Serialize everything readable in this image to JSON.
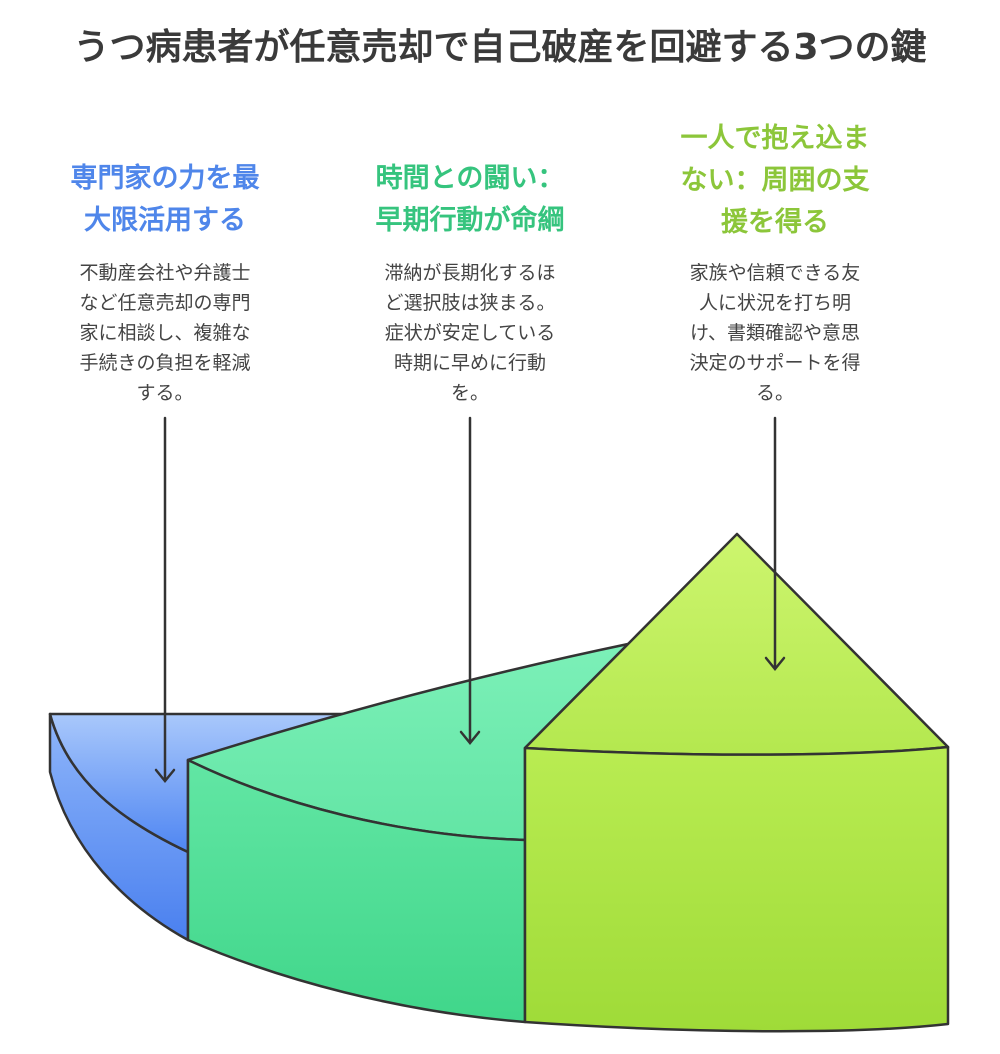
{
  "title": "うつ病患者が任意売却で自己破産を回避する3つの鍵",
  "colors": {
    "blue": "#5b8ff5",
    "teal": "#45d68d",
    "green": "#9fdb3f",
    "title": "#3a3a3a"
  },
  "sections": [
    {
      "heading": [
        "専門家の力を最",
        "大限活用する"
      ],
      "description": [
        "不動産会社や弁護士",
        "など任意売却の専門",
        "家に相談し、複雑な",
        "手続きの負担を軽減",
        "する。"
      ]
    },
    {
      "heading": [
        "時間との闘い：",
        "早期行動が命綱"
      ],
      "description": [
        "滞納が長期化するほ",
        "ど選択肢は狭まる。",
        "症状が安定している",
        "時期に早めに行動",
        "を。"
      ]
    },
    {
      "heading": [
        "一人で抱え込ま",
        "ない：周囲の支",
        "援を得る"
      ],
      "description": [
        "家族や信頼できる友",
        "人に状況を打ち明",
        "け、書類確認や意思",
        "決定のサポートを得",
        "る。"
      ]
    }
  ]
}
